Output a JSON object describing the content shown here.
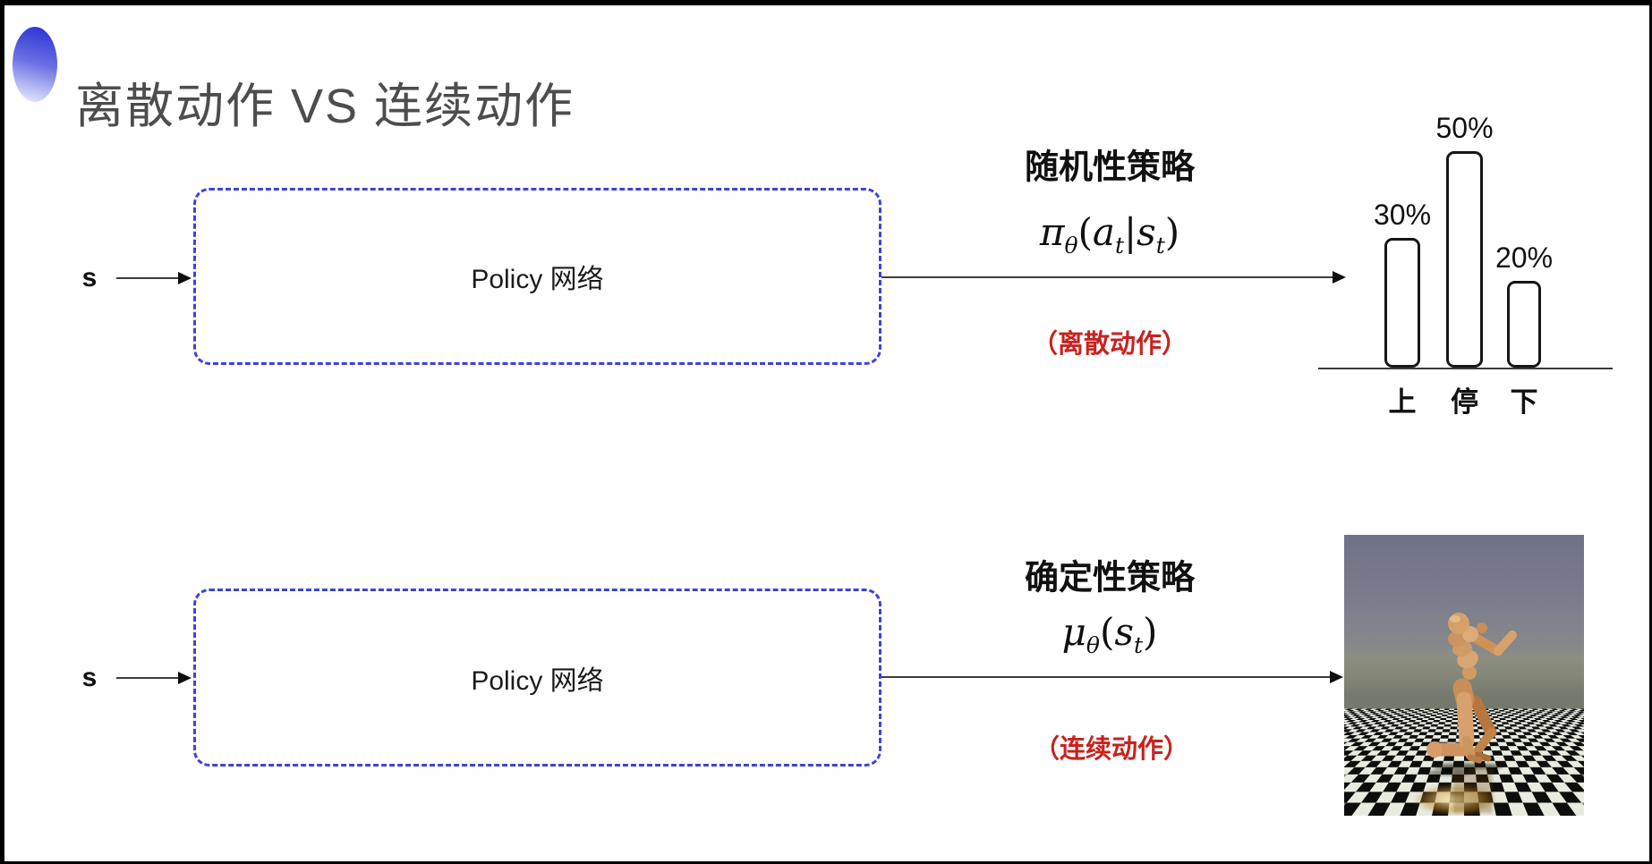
{
  "title": "离散动作 VS 连续动作",
  "colors": {
    "title_gray": "#4d4d4d",
    "box_dash_blue": "#3c43dc",
    "note_red": "#c9221e",
    "arrow_dark": "#3d3d3d",
    "ornament_blue": "#3136d4"
  },
  "row_discrete": {
    "input_label": "s",
    "box_label": "Policy 网络",
    "policy_type": "随机性策略",
    "formula": {
      "sym": "π",
      "sym_sub": "θ",
      "open": "(",
      "arg1": "a",
      "arg1_sub": "t",
      "sep": "|",
      "arg2": "s",
      "arg2_sub": "t",
      "close": ")"
    },
    "action_note": "（离散动作）"
  },
  "row_continuous": {
    "input_label": "s",
    "box_label": "Policy 网络",
    "policy_type": "确定性策略",
    "formula": {
      "sym": "μ",
      "sym_sub": "θ",
      "open": "(",
      "arg1": "s",
      "arg1_sub": "t",
      "close": ")"
    },
    "action_note": "（连续动作）"
  },
  "chart_data": {
    "type": "bar",
    "categories": [
      "上",
      "停",
      "下"
    ],
    "values": [
      30,
      50,
      20
    ],
    "value_labels": [
      "30%",
      "50%",
      "20%"
    ],
    "title": "",
    "xlabel": "",
    "ylabel": "",
    "ylim": [
      0,
      55
    ],
    "grid": false,
    "legend": false,
    "bar_style": {
      "fill": "#ffffff",
      "stroke": "#161616",
      "rounded_corners": true
    }
  }
}
